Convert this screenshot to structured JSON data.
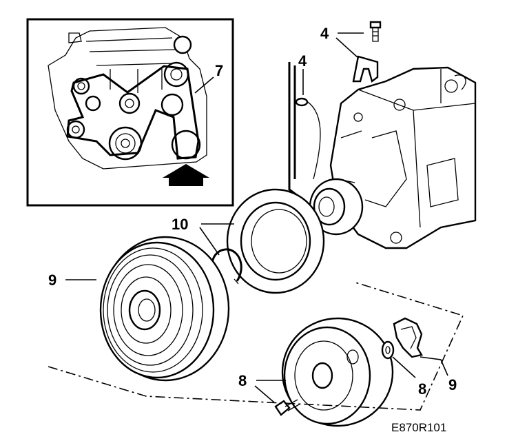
{
  "figure_code": "E870R101",
  "callouts": {
    "bracket_bolt": "4",
    "ground_lead": "4",
    "drive_belt": "7",
    "pulley_assembly": "9",
    "snap_ring": "10",
    "clutch_plate": "8",
    "shim": "8",
    "cover_plate": "9"
  },
  "icons": {
    "view_arrow": "up-arrow-icon"
  }
}
